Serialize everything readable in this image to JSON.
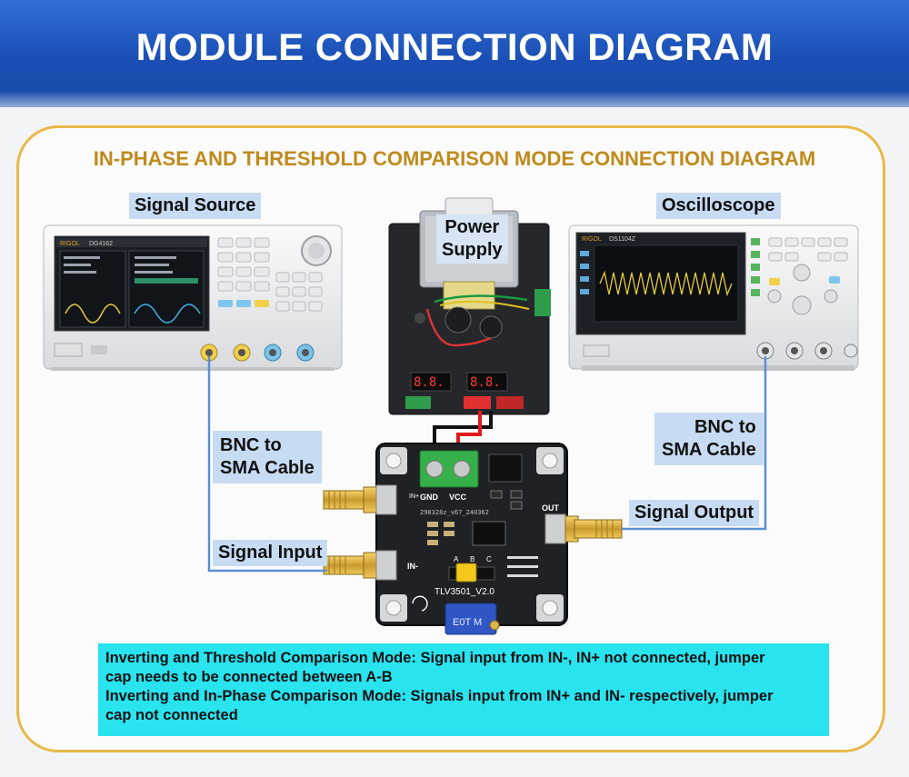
{
  "header": {
    "title": "MODULE CONNECTION DIAGRAM"
  },
  "diagram": {
    "subtitle": "IN-PHASE AND THRESHOLD COMPARISON MODE CONNECTION DIAGRAM",
    "labels": {
      "signal_source": "Signal Source",
      "power_supply_line1": "Power",
      "power_supply_line2": "Supply",
      "oscilloscope": "Oscilloscope",
      "bnc_left_line1": "BNC to",
      "bnc_left_line2": "SMA Cable",
      "bnc_right_line1": "BNC to",
      "bnc_right_line2": "SMA Cable",
      "signal_input": "Signal Input",
      "signal_output": "Signal Output"
    },
    "board_text": {
      "gnd": "GND",
      "vcc": "VCC",
      "out": "OUT",
      "in_minus": "IN-",
      "in_plus": "IN+",
      "chip": "TLV3501_V2.0",
      "serial": "290328z_v67_240362",
      "pot": "E0T M",
      "jumper_a": "A",
      "jumper_b": "B",
      "jumper_c": "C"
    },
    "device_text": {
      "siggen_brand": "RIGOL",
      "siggen_model": "DG4162",
      "scope_brand": "RIGOL",
      "scope_model": "DS1104Z"
    }
  },
  "notes": {
    "line1": "Inverting and Threshold Comparison Mode: Signal input from IN-, IN+ not connected, jumper",
    "line2": "cap needs to be connected between A-B",
    "line3": "Inverting and In-Phase Comparison Mode: Signals input from IN+ and IN- respectively, jumper",
    "line4": "cap not connected"
  },
  "colors": {
    "banner": "#1b4fb5",
    "frame": "#e8b84a",
    "subtitle": "#c08a1c",
    "label_bg": "#c7dbf2",
    "note_bg": "#29e3ef",
    "cable": "#5a8fd4"
  }
}
